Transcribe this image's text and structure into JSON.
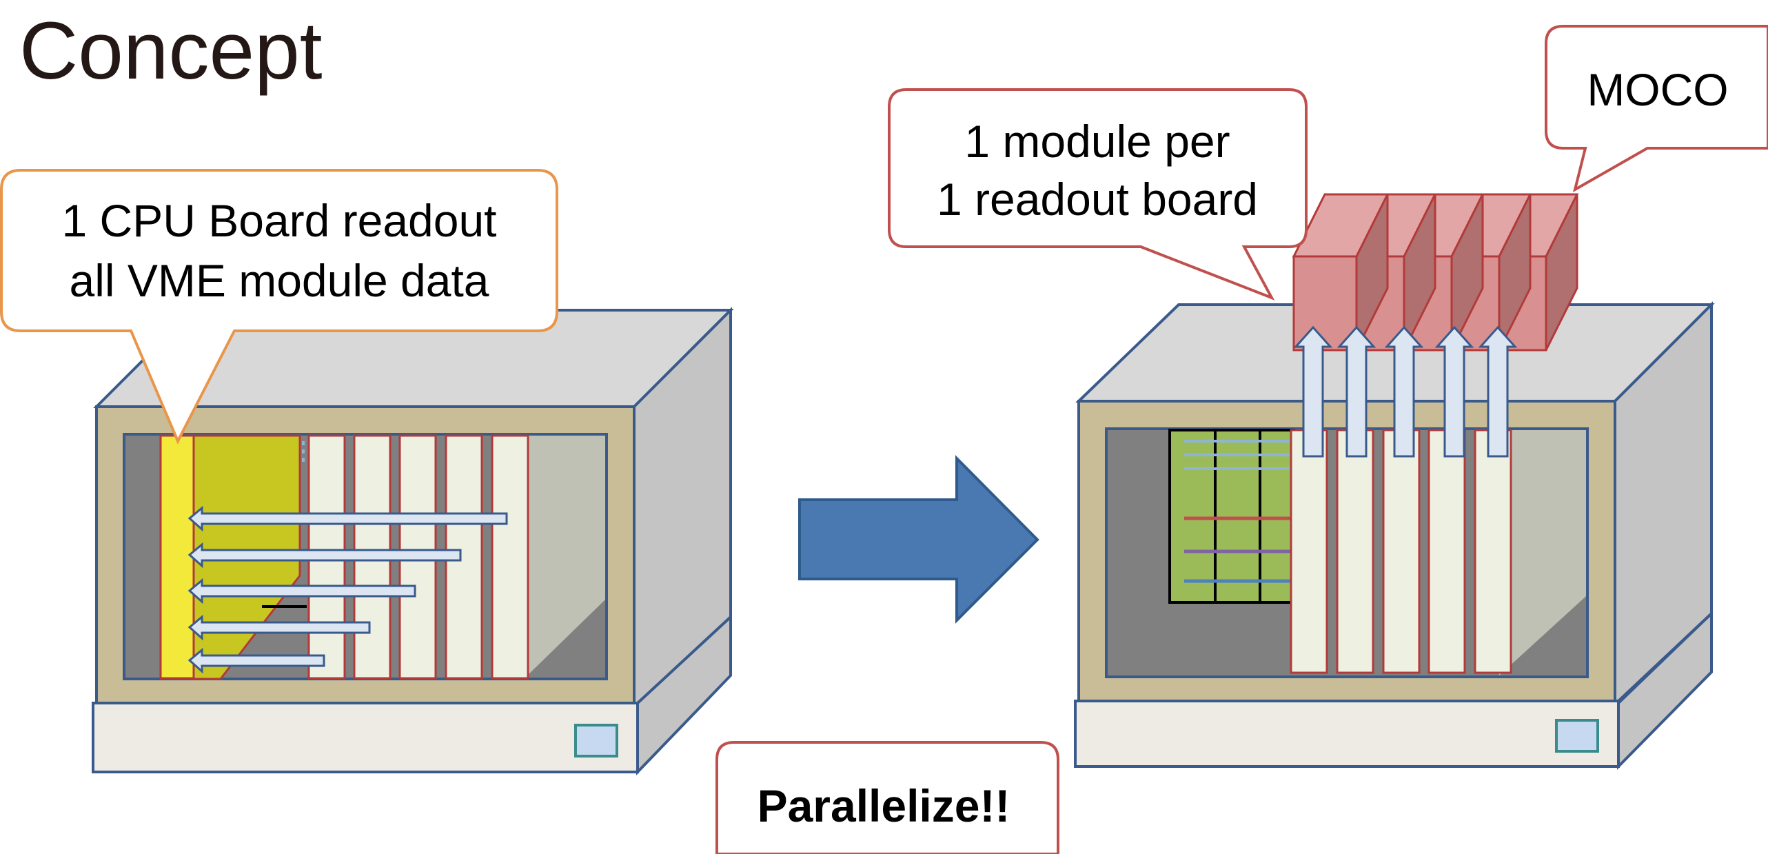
{
  "slide": {
    "title": "Concept",
    "callout_cpu": {
      "line1": "1 CPU Board readout",
      "line2": "all VME module data"
    },
    "callout_module": {
      "line1": "1 module per",
      "line2": "1 readout board"
    },
    "callout_moco": "MOCO",
    "callout_parallelize": "Parallelize!!"
  },
  "colors": {
    "crate_outline": "#3A5A8C",
    "crate_top": "#D8D8D8",
    "crate_front": "#C8BD96",
    "crate_base": "#EEEBE4",
    "crate_side": "#C4C4C4",
    "cpu_board": "#F2E93A",
    "cpu_board_dark": "#C8C722",
    "module_fill": "#EEF0E2",
    "module_outline": "#B23A3A",
    "arrow_fill": "#DCE6F2",
    "big_arrow": "#4A78B0",
    "moco_fill": "#D89090",
    "callout_orange": "#E9964A",
    "callout_red": "#C0504D",
    "backplane_green": "#9BBB59"
  },
  "icons": [
    "right-arrow-icon",
    "up-arrow-icon",
    "left-arrow-icon"
  ]
}
